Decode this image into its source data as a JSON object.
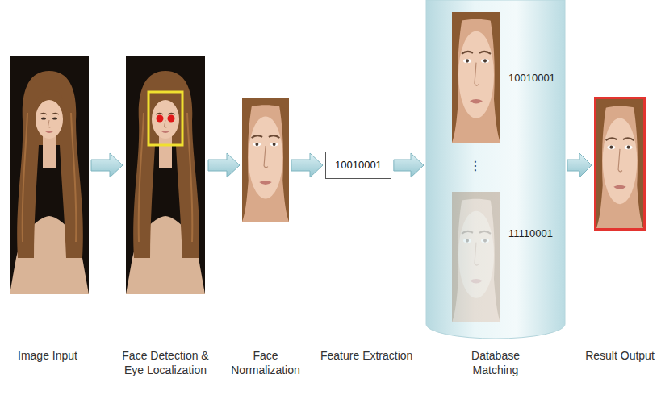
{
  "diagram": {
    "nodes": [
      {
        "text": [
          "Image Input"
        ]
      },
      {
        "text": [
          "Face Detection & Eye Localization"
        ]
      },
      {
        "text": [
          "Face Normalization"
        ]
      },
      {
        "text": [
          "10010001",
          "Feature Extraction"
        ]
      },
      {
        "text": [
          "Database Matching"
        ]
      },
      {
        "text": [
          "10010001"
        ],
        "in": 4
      },
      {
        "text": [
          "11110001"
        ],
        "in": 4
      },
      {
        "text": [
          "Result Output"
        ]
      }
    ],
    "edges": [
      {
        "from": 0,
        "to": 1,
        "arrow": "to"
      },
      {
        "from": 1,
        "to": 2,
        "arrow": "to"
      },
      {
        "from": 2,
        "to": 3,
        "arrow": "to"
      },
      {
        "from": 3,
        "to": 4,
        "arrow": "to"
      },
      {
        "from": 4,
        "to": 7,
        "arrow": "to"
      }
    ],
    "labels": [
      "⋮"
    ]
  }
}
